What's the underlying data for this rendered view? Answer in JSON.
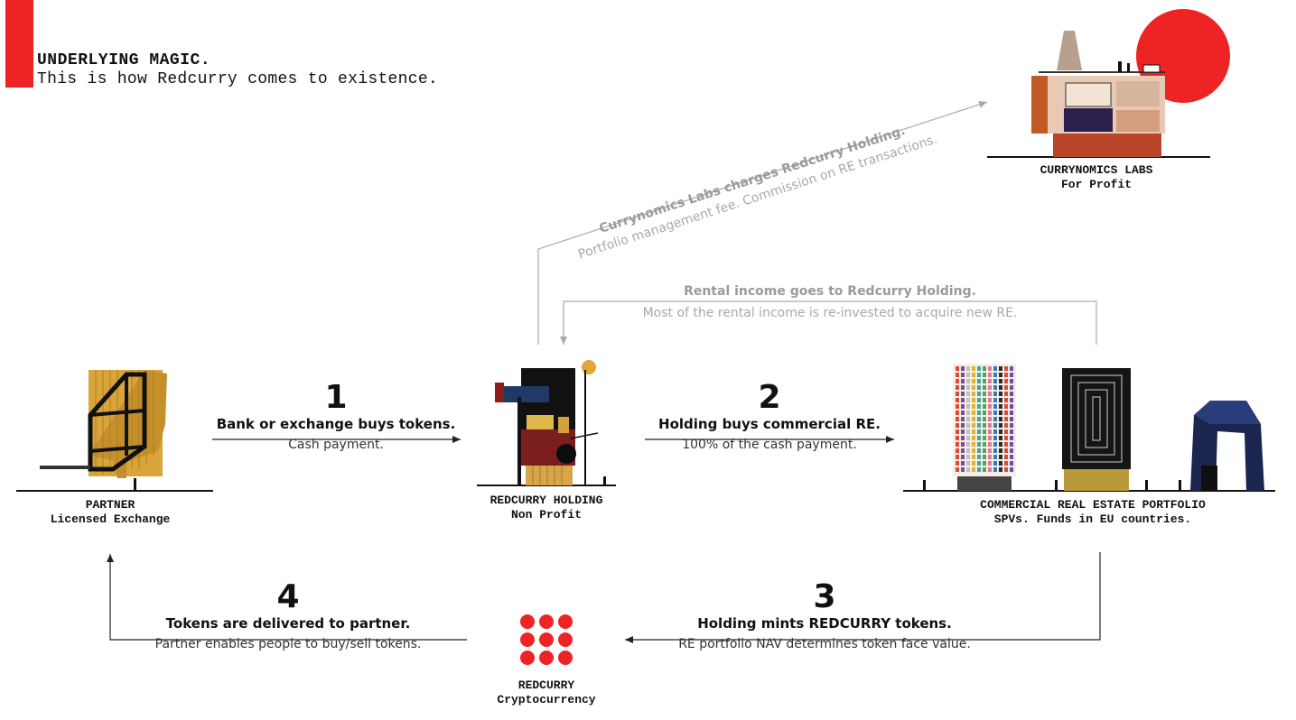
{
  "header": {
    "title": "UNDERLYING MAGIC.",
    "subtitle": "This is how Redcurry comes to existence."
  },
  "colors": {
    "accent": "#ee2324",
    "arrow": "#222222",
    "muted_arrow": "#aaaaaa"
  },
  "nodes": {
    "partner": {
      "name": "PARTNER",
      "sub": "Licensed Exchange"
    },
    "holding": {
      "name": "REDCURRY HOLDING",
      "sub": "Non Profit"
    },
    "portfolio": {
      "name": "COMMERCIAL REAL ESTATE PORTFOLIO",
      "sub": "SPVs. Funds in EU countries."
    },
    "labs": {
      "name": "CURRYNOMICS LABS",
      "sub": "For Profit"
    },
    "token": {
      "name": "REDCURRY",
      "sub": "Cryptocurrency"
    }
  },
  "steps": [
    {
      "number": "1",
      "title": "Bank or exchange buys tokens.",
      "desc": "Cash payment."
    },
    {
      "number": "2",
      "title": "Holding buys commercial RE.",
      "desc": "100% of the cash payment."
    },
    {
      "number": "3",
      "title": "Holding mints REDCURRY tokens.",
      "desc": "RE portfolio NAV determines token face value."
    },
    {
      "number": "4",
      "title": "Tokens are delivered to partner.",
      "desc": "Partner enables people to buy/sell tokens."
    }
  ],
  "flows": {
    "rental": {
      "title": "Rental income goes to Redcurry Holding.",
      "desc": "Most of the rental income is re-invested to acquire new RE."
    },
    "labs_fee": {
      "title": "Currynomics Labs charges Redcurry Holding.",
      "desc": "Portfolio management fee. Commission on RE transactions."
    }
  }
}
